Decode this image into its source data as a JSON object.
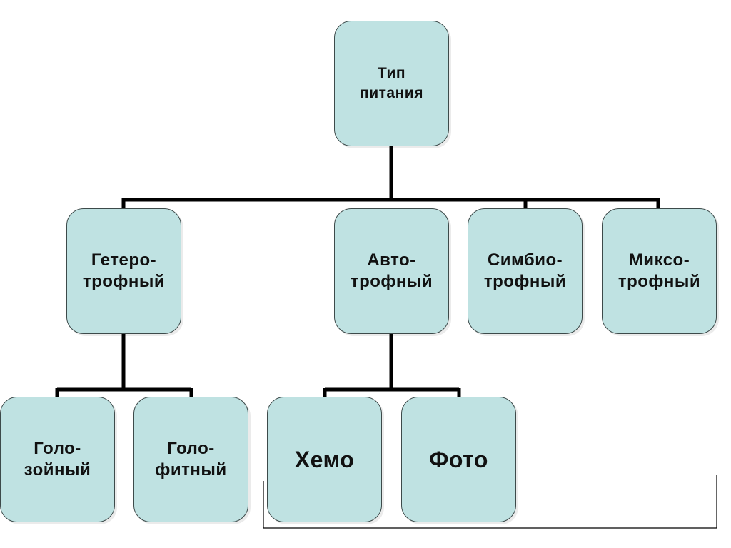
{
  "diagram": {
    "colors": {
      "node_fill": "#bfe2e2",
      "node_border": "#3d4a4a",
      "connector": "#000000"
    },
    "nodes": {
      "root": {
        "line1": "Тип",
        "line2": "питания"
      },
      "hetero": {
        "line1": "Гетеро-",
        "line2": "трофный"
      },
      "auto": {
        "line1": "Авто-",
        "line2": "трофный"
      },
      "symbio": {
        "line1": "Симбио-",
        "line2": "трофный"
      },
      "mixo": {
        "line1": "Миксо-",
        "line2": "трофный"
      },
      "holozoic": {
        "line1": "Голо-",
        "line2": "зойный"
      },
      "holophytic": {
        "line1": "Голо-",
        "line2": "фитный"
      },
      "chemo": {
        "line1": "Хемо"
      },
      "photo": {
        "line1": "Фото"
      }
    }
  }
}
